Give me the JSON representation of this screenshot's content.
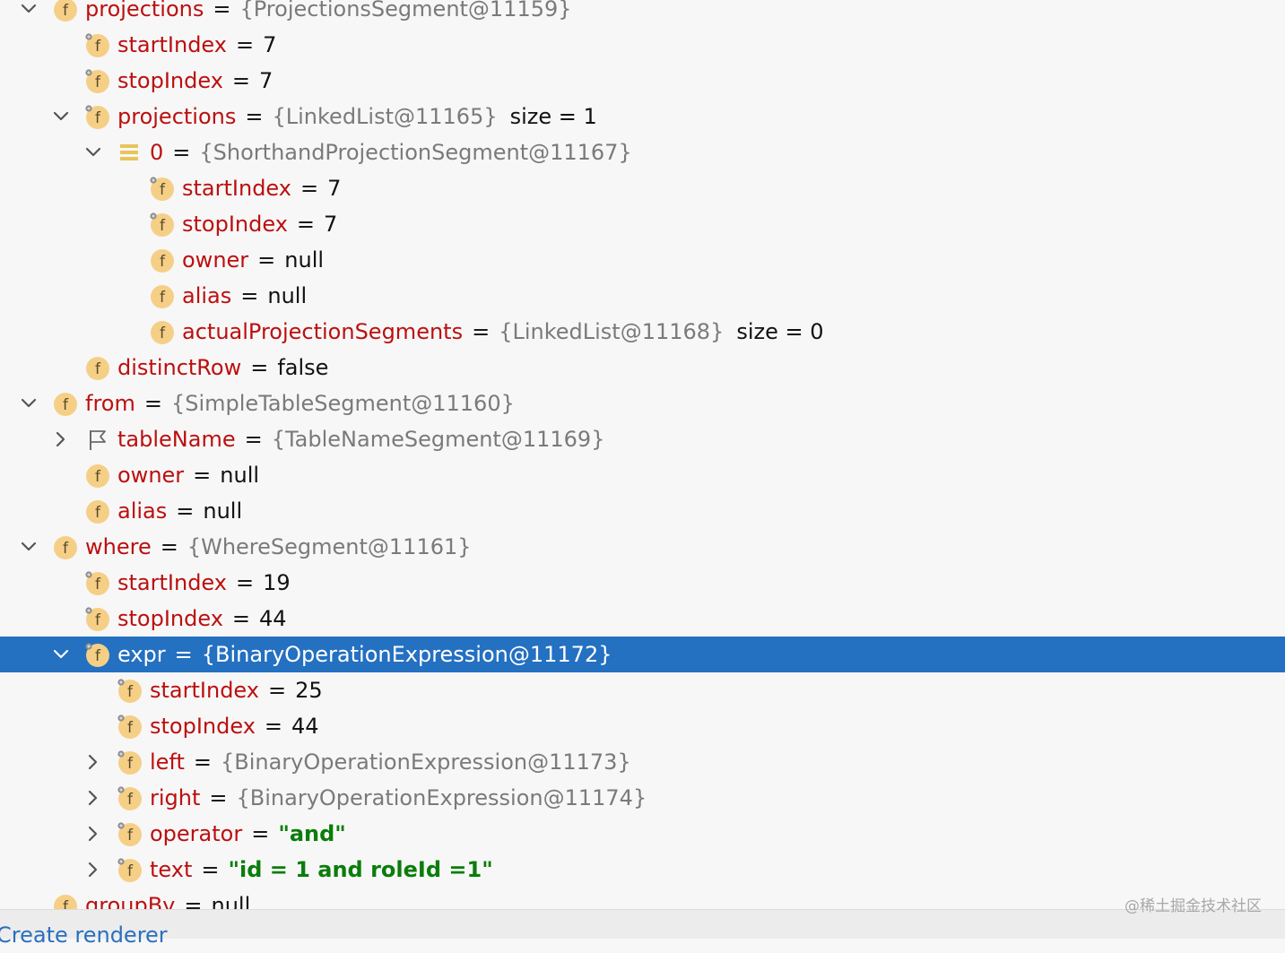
{
  "colors": {
    "field_name": "#bc0f0f",
    "reference": "#7a7a7a",
    "string_value": "#0a7d0a",
    "selection_bg": "#2470c1",
    "field_icon_fill": "#f6cf86",
    "footer_link": "#2a6fbf"
  },
  "rows": [
    {
      "level": 1,
      "arrow": "down",
      "icon": "field-icon",
      "name": "projections",
      "ref": "{ProjectionsSegment@11159}",
      "value": "",
      "value_type": "",
      "size": ""
    },
    {
      "level": 2,
      "arrow": "",
      "icon": "final-field-icon",
      "name": "startIndex",
      "ref": "",
      "value": "7",
      "value_type": "plain",
      "size": ""
    },
    {
      "level": 2,
      "arrow": "",
      "icon": "final-field-icon",
      "name": "stopIndex",
      "ref": "",
      "value": "7",
      "value_type": "plain",
      "size": ""
    },
    {
      "level": 2,
      "arrow": "down",
      "icon": "final-field-icon",
      "name": "projections",
      "ref": "{LinkedList@11165}",
      "value": "",
      "value_type": "",
      "size": "size = 1"
    },
    {
      "level": 3,
      "arrow": "down",
      "icon": "list-element-icon",
      "name": "0",
      "ref": "{ShorthandProjectionSegment@11167}",
      "value": "",
      "value_type": "",
      "size": ""
    },
    {
      "level": 4,
      "arrow": "",
      "icon": "final-field-icon",
      "name": "startIndex",
      "ref": "",
      "value": "7",
      "value_type": "plain",
      "size": ""
    },
    {
      "level": 4,
      "arrow": "",
      "icon": "final-field-icon",
      "name": "stopIndex",
      "ref": "",
      "value": "7",
      "value_type": "plain",
      "size": ""
    },
    {
      "level": 4,
      "arrow": "",
      "icon": "field-icon",
      "name": "owner",
      "ref": "",
      "value": "null",
      "value_type": "plain",
      "size": ""
    },
    {
      "level": 4,
      "arrow": "",
      "icon": "field-icon",
      "name": "alias",
      "ref": "",
      "value": "null",
      "value_type": "plain",
      "size": ""
    },
    {
      "level": 4,
      "arrow": "",
      "icon": "field-icon",
      "name": "actualProjectionSegments",
      "ref": "{LinkedList@11168}",
      "value": "",
      "value_type": "",
      "size": "size = 0"
    },
    {
      "level": 2,
      "arrow": "",
      "icon": "field-icon",
      "name": "distinctRow",
      "ref": "",
      "value": "false",
      "value_type": "plain",
      "size": ""
    },
    {
      "level": 1,
      "arrow": "down",
      "icon": "field-icon",
      "name": "from",
      "ref": "{SimpleTableSegment@11160}",
      "value": "",
      "value_type": "",
      "size": ""
    },
    {
      "level": 2,
      "arrow": "right",
      "icon": "flag-icon",
      "name": "tableName",
      "ref": "{TableNameSegment@11169}",
      "value": "",
      "value_type": "",
      "size": ""
    },
    {
      "level": 2,
      "arrow": "",
      "icon": "field-icon",
      "name": "owner",
      "ref": "",
      "value": "null",
      "value_type": "plain",
      "size": ""
    },
    {
      "level": 2,
      "arrow": "",
      "icon": "field-icon",
      "name": "alias",
      "ref": "",
      "value": "null",
      "value_type": "plain",
      "size": ""
    },
    {
      "level": 1,
      "arrow": "down",
      "icon": "field-icon",
      "name": "where",
      "ref": "{WhereSegment@11161}",
      "value": "",
      "value_type": "",
      "size": ""
    },
    {
      "level": 2,
      "arrow": "",
      "icon": "final-field-icon",
      "name": "startIndex",
      "ref": "",
      "value": "19",
      "value_type": "plain",
      "size": ""
    },
    {
      "level": 2,
      "arrow": "",
      "icon": "final-field-icon",
      "name": "stopIndex",
      "ref": "",
      "value": "44",
      "value_type": "plain",
      "size": ""
    },
    {
      "level": 2,
      "arrow": "down",
      "icon": "final-field-icon",
      "name": "expr",
      "ref": "{BinaryOperationExpression@11172}",
      "value": "",
      "value_type": "",
      "size": "",
      "selected": true
    },
    {
      "level": 3,
      "arrow": "",
      "icon": "final-field-icon",
      "name": "startIndex",
      "ref": "",
      "value": "25",
      "value_type": "plain",
      "size": ""
    },
    {
      "level": 3,
      "arrow": "",
      "icon": "final-field-icon",
      "name": "stopIndex",
      "ref": "",
      "value": "44",
      "value_type": "plain",
      "size": ""
    },
    {
      "level": 3,
      "arrow": "right",
      "icon": "final-field-icon",
      "name": "left",
      "ref": "{BinaryOperationExpression@11173}",
      "value": "",
      "value_type": "",
      "size": ""
    },
    {
      "level": 3,
      "arrow": "right",
      "icon": "final-field-icon",
      "name": "right",
      "ref": "{BinaryOperationExpression@11174}",
      "value": "",
      "value_type": "",
      "size": ""
    },
    {
      "level": 3,
      "arrow": "right",
      "icon": "final-field-icon",
      "name": "operator",
      "ref": "",
      "value": "\"and\"",
      "value_type": "string",
      "size": ""
    },
    {
      "level": 3,
      "arrow": "right",
      "icon": "final-field-icon",
      "name": "text",
      "ref": "",
      "value": "\"id = 1 and roleId =1\"",
      "value_type": "string",
      "size": ""
    },
    {
      "level": 1,
      "arrow": "",
      "icon": "field-icon",
      "name": "groupBy",
      "ref": "",
      "value": "null",
      "value_type": "plain",
      "size": ""
    }
  ],
  "footer": {
    "link_label": "Create renderer"
  },
  "watermark": "@稀土掘金技术社区"
}
